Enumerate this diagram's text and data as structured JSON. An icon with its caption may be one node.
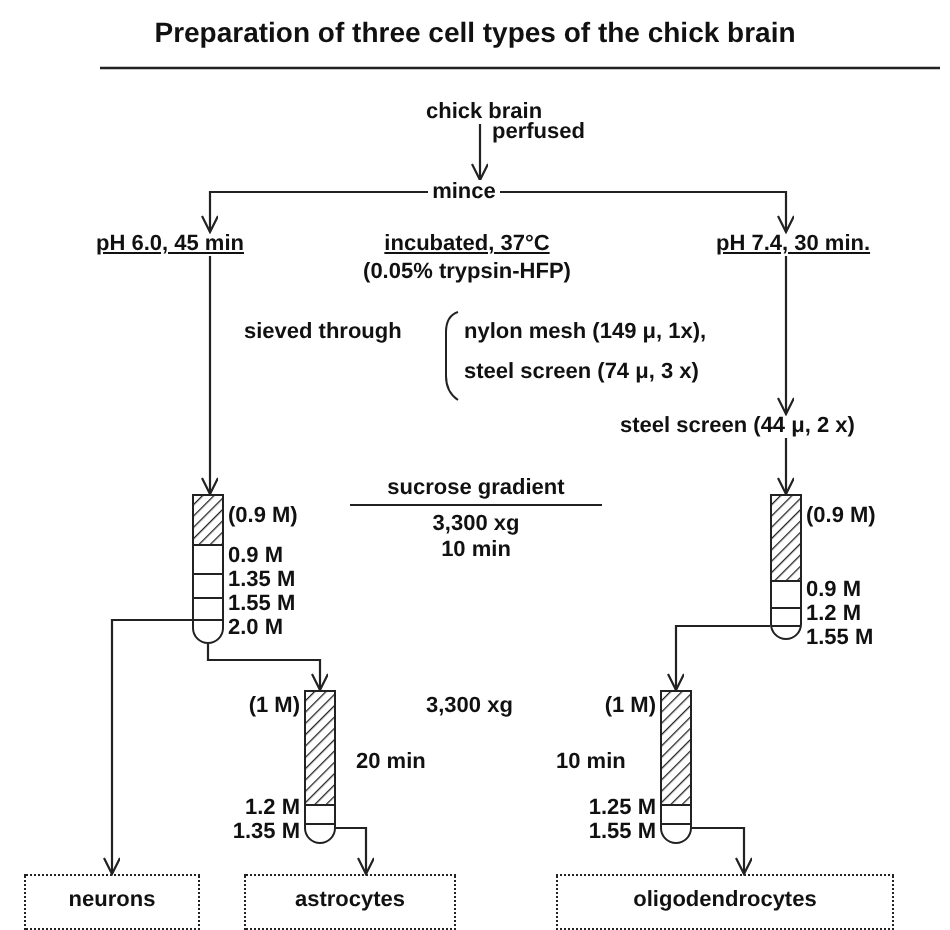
{
  "diagram": {
    "title": "Preparation of three cell types of the chick brain",
    "nodes": [
      {
        "text": [
          "chick brain"
        ]
      },
      {
        "text": [
          "mince"
        ]
      },
      {
        "text": [
          "pH 6.0, 45 min"
        ]
      },
      {
        "text": [
          "pH 7.4, 30 min."
        ]
      },
      {
        "text": [],
        "shape": "tube",
        "beside": [
          "(0.9 M)",
          "0.9 M",
          "1.35 M",
          "1.55 M",
          "2.0 M"
        ]
      },
      {
        "text": [
          "steel screen (44 μ, 2 x)"
        ]
      },
      {
        "text": [],
        "shape": "tube",
        "beside": [
          "(0.9 M)",
          "0.9 M",
          "1.2 M",
          "1.55 M"
        ]
      },
      {
        "text": [],
        "shape": "tube",
        "beside": [
          "(1 M)",
          "1.2 M",
          "1.35 M"
        ]
      },
      {
        "text": [],
        "shape": "tube",
        "beside": [
          "(1 M)",
          "1.25 M",
          "1.55 M"
        ]
      },
      {
        "text": [
          "neurons"
        ]
      },
      {
        "text": [
          "astrocytes"
        ]
      },
      {
        "text": [
          "oligodendrocytes"
        ]
      }
    ],
    "edges": [
      {
        "from": 0,
        "to": 1,
        "arrow": "to",
        "label": "perfused"
      },
      {
        "from": 1,
        "to": 2,
        "arrow": "to"
      },
      {
        "from": 1,
        "to": 3,
        "arrow": "to"
      },
      {
        "from": 2,
        "to": 4,
        "arrow": "to"
      },
      {
        "from": 3,
        "to": 5,
        "arrow": "to"
      },
      {
        "from": 5,
        "to": 6,
        "arrow": "to"
      },
      {
        "from": 4,
        "to": 9,
        "arrow": "to"
      },
      {
        "from": 4,
        "to": 7,
        "arrow": "to"
      },
      {
        "from": 6,
        "to": 8,
        "arrow": "to"
      },
      {
        "from": 7,
        "to": 10,
        "arrow": "to"
      },
      {
        "from": 8,
        "to": 11,
        "arrow": "to"
      }
    ],
    "labels": [
      "incubated, 37°C",
      "(0.05% trypsin-HFP)",
      "sieved through",
      "nylon mesh (149 μ, 1x),",
      "steel screen (74 μ, 3 x)",
      "sucrose gradient",
      "3,300 xg",
      "10 min",
      "3,300 xg",
      "20 min",
      "10 min"
    ]
  }
}
